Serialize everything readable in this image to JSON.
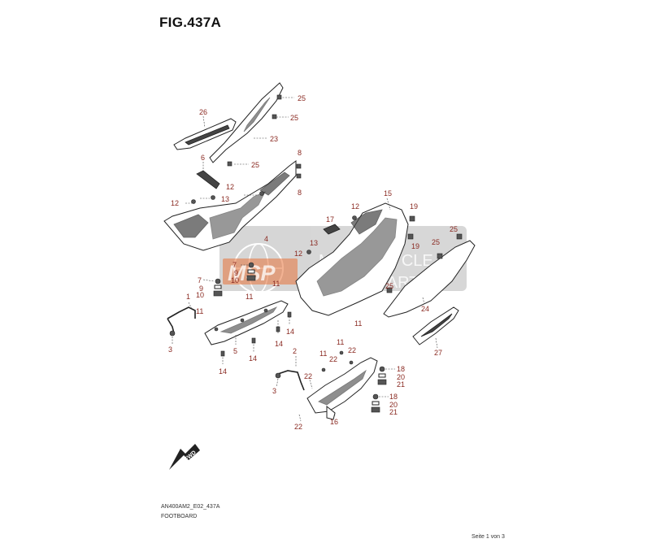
{
  "figure": {
    "title": "FIG.437A",
    "model_code": "AN400AM2_E02_437A",
    "section_name": "FOOTBOARD",
    "page_info": "Seite 1 von 3"
  },
  "watermark": {
    "logo_text": "MSP",
    "line1": "MOTORCYCLE",
    "line2": "SPARE PARTS"
  },
  "direction_marker": "FWD",
  "callouts": [
    {
      "id": "c26",
      "label": "26"
    },
    {
      "id": "c25a",
      "label": "25"
    },
    {
      "id": "c25b",
      "label": "25"
    },
    {
      "id": "c23",
      "label": "23"
    },
    {
      "id": "c25c",
      "label": "25"
    },
    {
      "id": "c6",
      "label": "6"
    },
    {
      "id": "c8a",
      "label": "8"
    },
    {
      "id": "c8b",
      "label": "8"
    },
    {
      "id": "c12a",
      "label": "12"
    },
    {
      "id": "c12b",
      "label": "12"
    },
    {
      "id": "c13a",
      "label": "13"
    },
    {
      "id": "c4",
      "label": "4"
    },
    {
      "id": "c15",
      "label": "15"
    },
    {
      "id": "c12c",
      "label": "12"
    },
    {
      "id": "c19a",
      "label": "19"
    },
    {
      "id": "c17",
      "label": "17"
    },
    {
      "id": "c19b",
      "label": "19"
    },
    {
      "id": "c25d",
      "label": "25"
    },
    {
      "id": "c25e",
      "label": "25"
    },
    {
      "id": "c13b",
      "label": "13"
    },
    {
      "id": "c12d",
      "label": "12"
    },
    {
      "id": "c7a",
      "label": "7"
    },
    {
      "id": "c9a",
      "label": "9"
    },
    {
      "id": "c10a",
      "label": "10"
    },
    {
      "id": "c7b",
      "label": "7"
    },
    {
      "id": "c9b",
      "label": "9"
    },
    {
      "id": "c10b",
      "label": "10"
    },
    {
      "id": "c11a",
      "label": "11"
    },
    {
      "id": "c11b",
      "label": "11"
    },
    {
      "id": "c25f",
      "label": "25"
    },
    {
      "id": "c24",
      "label": "24"
    },
    {
      "id": "c1",
      "label": "1"
    },
    {
      "id": "c11c",
      "label": "11"
    },
    {
      "id": "c14a",
      "label": "14"
    },
    {
      "id": "c3a",
      "label": "3"
    },
    {
      "id": "c5",
      "label": "5"
    },
    {
      "id": "c14b",
      "label": "14"
    },
    {
      "id": "c14c",
      "label": "14"
    },
    {
      "id": "c14d",
      "label": "14"
    },
    {
      "id": "c11d",
      "label": "11"
    },
    {
      "id": "c27",
      "label": "27"
    },
    {
      "id": "c11e",
      "label": "11"
    },
    {
      "id": "c22a",
      "label": "22"
    },
    {
      "id": "c11f",
      "label": "11"
    },
    {
      "id": "c22b",
      "label": "22"
    },
    {
      "id": "c2",
      "label": "2"
    },
    {
      "id": "c18a",
      "label": "18"
    },
    {
      "id": "c20a",
      "label": "20"
    },
    {
      "id": "c21a",
      "label": "21"
    },
    {
      "id": "c22c",
      "label": "22"
    },
    {
      "id": "c3b",
      "label": "3"
    },
    {
      "id": "c18b",
      "label": "18"
    },
    {
      "id": "c20b",
      "label": "20"
    },
    {
      "id": "c21b",
      "label": "21"
    },
    {
      "id": "c16",
      "label": "16"
    },
    {
      "id": "c22d",
      "label": "22"
    }
  ]
}
